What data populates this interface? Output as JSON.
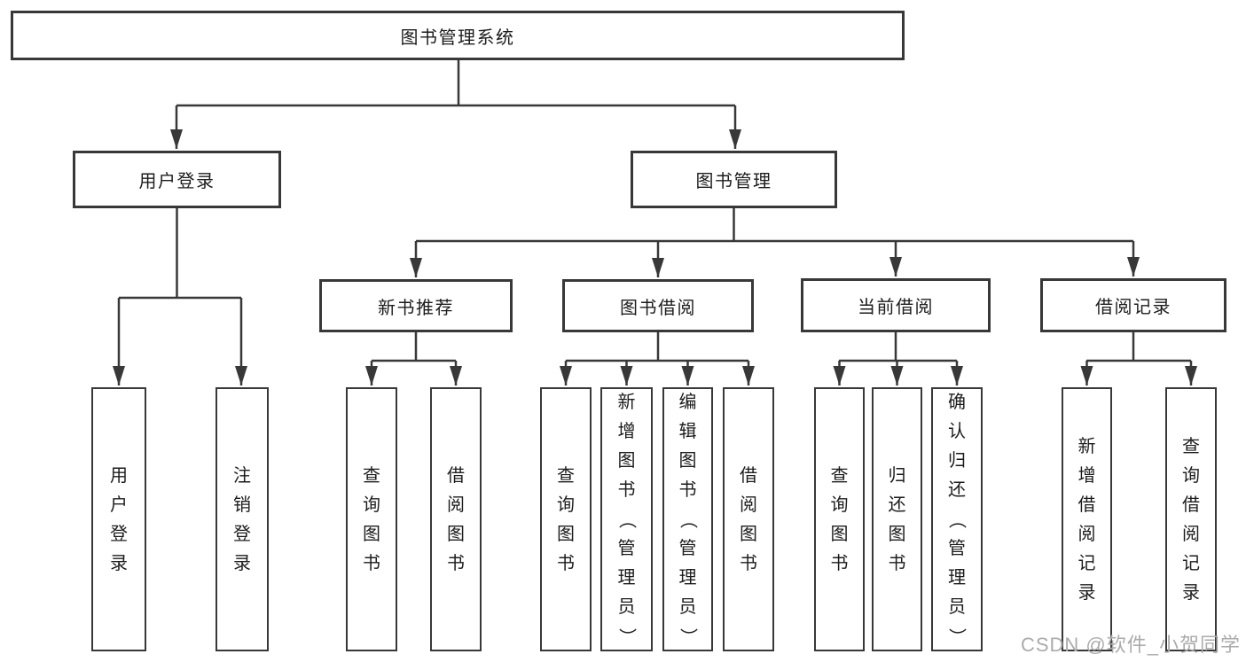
{
  "diagram_title": "图书管理系统",
  "nodes": {
    "root": "图书管理系统",
    "user_login": "用户登录",
    "book_mgmt": "图书管理",
    "new_book_rec": "新书推荐",
    "book_borrow": "图书借阅",
    "current_borrow": "当前借阅",
    "borrow_records": "借阅记录",
    "leaf_user_login": "用户登录",
    "leaf_logout": "注销登录",
    "leaf_rec_query": "查询图书",
    "leaf_rec_borrow": "借阅图书",
    "leaf_bb_query": "查询图书",
    "leaf_bb_add": "新增图书（管理员）",
    "leaf_bb_edit": "编辑图书（管理员）",
    "leaf_bb_borrow": "借阅图书",
    "leaf_cb_query": "查询图书",
    "leaf_cb_return": "归还图书",
    "leaf_cb_confirm": "确认归还（管理员）",
    "leaf_br_add": "新增借阅记录",
    "leaf_br_query": "查询借阅记录"
  },
  "hierarchy": {
    "图书管理系统": [
      "用户登录",
      "图书管理"
    ],
    "用户登录": [
      "用户登录",
      "注销登录"
    ],
    "图书管理": [
      "新书推荐",
      "图书借阅",
      "当前借阅",
      "借阅记录"
    ],
    "新书推荐": [
      "查询图书",
      "借阅图书"
    ],
    "图书借阅": [
      "查询图书",
      "新增图书（管理员）",
      "编辑图书（管理员）",
      "借阅图书"
    ],
    "当前借阅": [
      "查询图书",
      "归还图书",
      "确认归还（管理员）"
    ],
    "借阅记录": [
      "新增借阅记录",
      "查询借阅记录"
    ]
  },
  "watermark": "CSDN @软件_小贺同学",
  "colors": {
    "line": "#383838",
    "box_border": "#383838",
    "text": "#1c1c1c",
    "watermark": "#ababab",
    "background": "#ffffff"
  }
}
